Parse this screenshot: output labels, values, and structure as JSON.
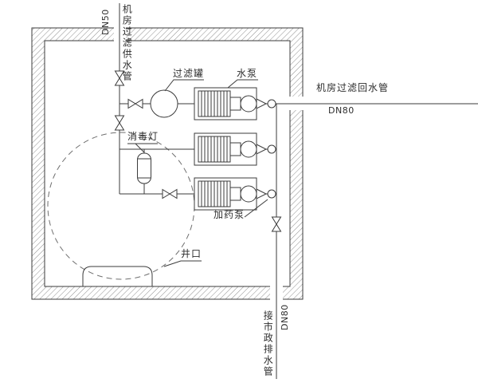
{
  "drawing": {
    "labels": {
      "supply_dn": "DN50",
      "supply_pipe": "机房过滤供水管",
      "filter_tank": "过滤罐",
      "water_pump": "水泵",
      "return_pipe": "机房过滤回水管",
      "return_dn": "DN80",
      "uv_lamp": "消毒灯",
      "dosing_pump": "加药泵",
      "well_mouth": "井口",
      "drain_pipe": "接市政排水管",
      "drain_dn": "DN80"
    },
    "colors": {
      "line": "#3b3b3b",
      "hatch": "#8f8f8f",
      "dashed_outline": "#6f6f6f",
      "background": "#ffffff"
    }
  }
}
